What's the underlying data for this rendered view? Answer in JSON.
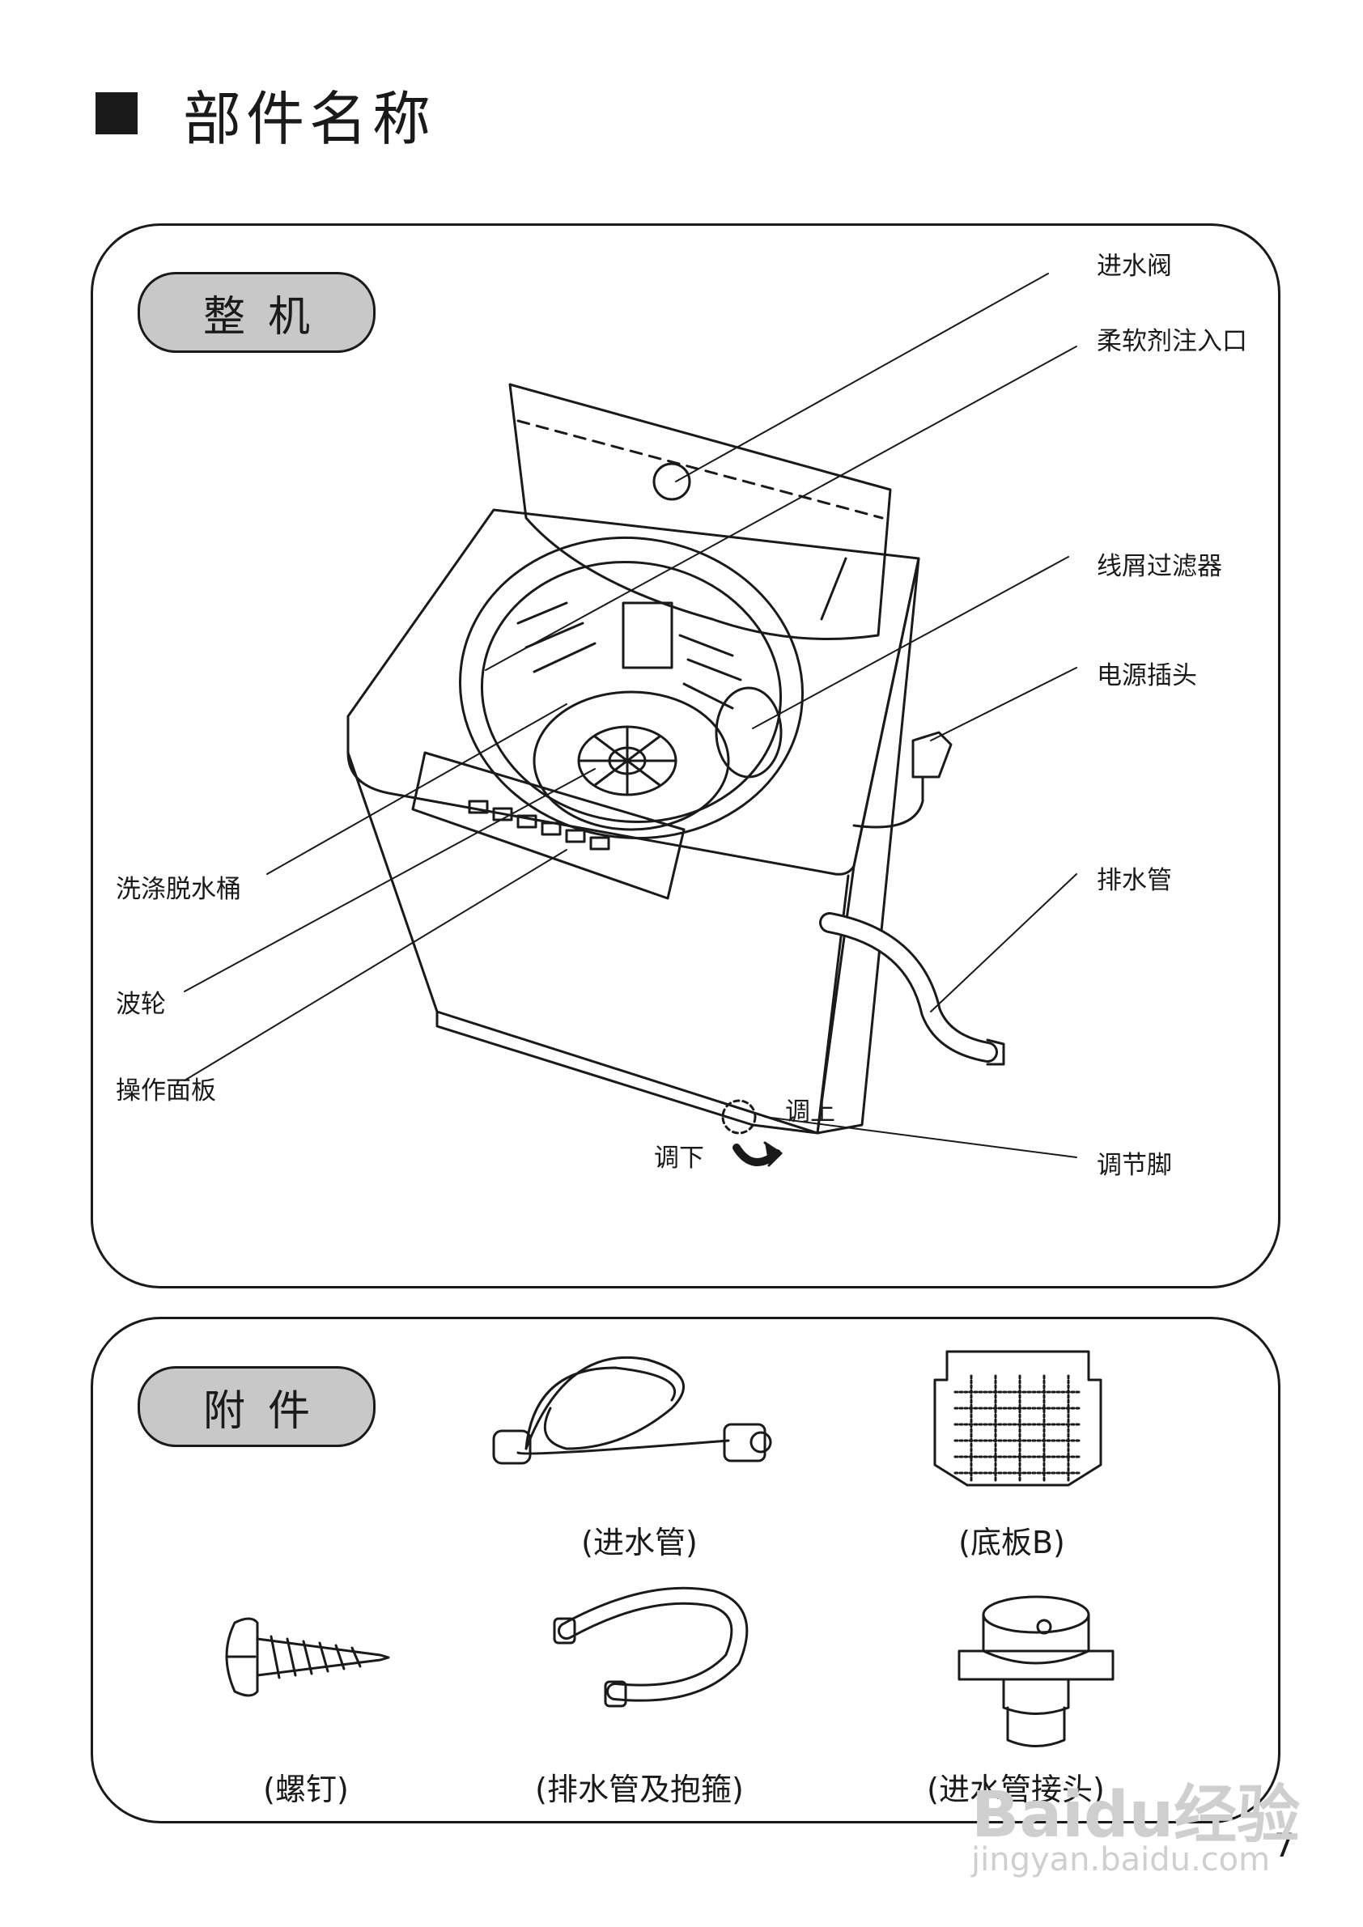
{
  "header": {
    "title": "部件名称"
  },
  "sections": {
    "whole_machine": {
      "title": "整机",
      "labels": {
        "inlet_valve": "进水阀",
        "softener_inlet": "柔软剂注入口",
        "lint_filter": "线屑过滤器",
        "power_plug": "电源插头",
        "drain_hose": "排水管",
        "adjust_foot": "调节脚",
        "tub": "洗涤脱水桶",
        "pulsator": "波轮",
        "control_panel": "操作面板",
        "adjust_up": "调上",
        "adjust_down": "调下"
      }
    },
    "accessories": {
      "title": "附件",
      "items": {
        "inlet_hose": "(进水管)",
        "base_plate": "(底板B)",
        "screw": "(螺钉)",
        "drain_hose_clamp": "(排水管及抱箍)",
        "inlet_connector": "(进水管接头)"
      }
    }
  },
  "page_number": "7",
  "watermark": {
    "brand": "Baidu经验",
    "url": "jingyan.baidu.com"
  }
}
